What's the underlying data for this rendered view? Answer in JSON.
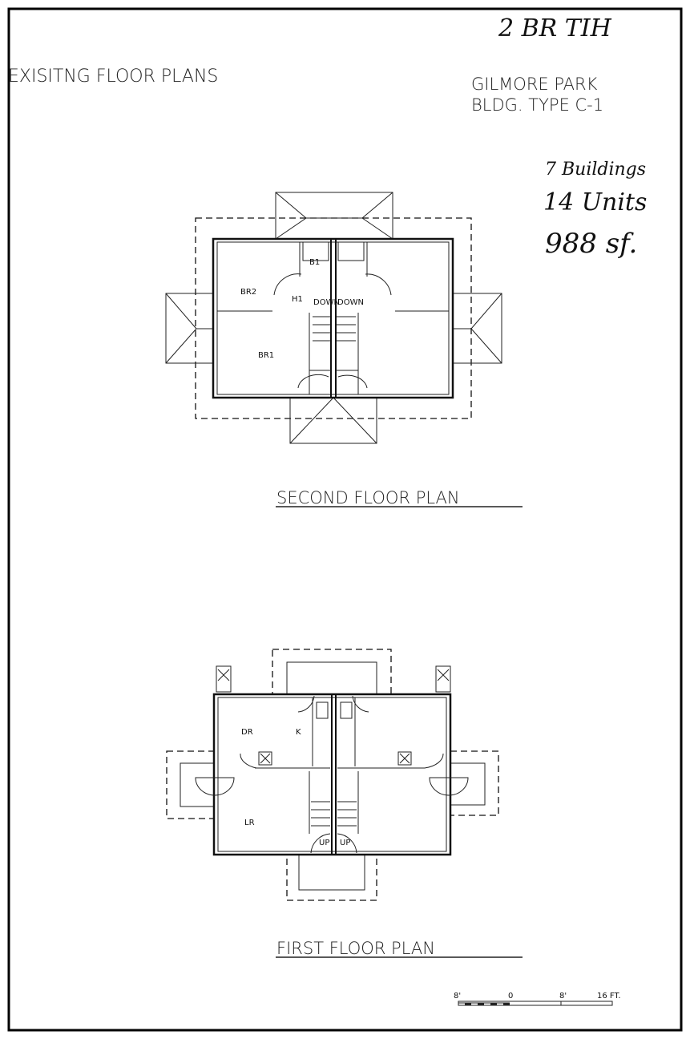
{
  "header": {
    "title": "EXISITNG FLOOR PLANS",
    "project": "GILMORE PARK",
    "building_type": "BLDG. TYPE C-1"
  },
  "handwritten_notes": {
    "unit_type": "2 BR TIH",
    "buildings": "7 Buildings",
    "units": "14 Units",
    "area": "988 sf."
  },
  "second_floor": {
    "caption": "SECOND FLOOR PLAN",
    "rooms": [
      "BR2",
      "H1",
      "BR1",
      "B1"
    ],
    "stair_labels": [
      "DOWN",
      "DOWN"
    ]
  },
  "first_floor": {
    "caption": "FIRST FLOOR PLAN",
    "rooms": [
      "DR",
      "K",
      "LR"
    ],
    "stair_labels": [
      "UP",
      "UP"
    ]
  },
  "scale_bar": {
    "ticks": [
      "8'",
      "0",
      "8'",
      "16 FT."
    ]
  }
}
